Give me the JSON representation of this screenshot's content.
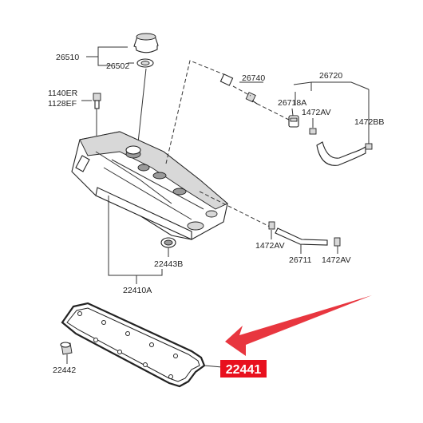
{
  "labels": {
    "l26510": "26510",
    "l26502": "26502",
    "l1140ER": "1140ER",
    "l1128EF": "1128EF",
    "l26740": "26740",
    "l26720": "26720",
    "l26718A": "26718A",
    "l1472AV_top": "1472AV",
    "l1472BB": "1472BB",
    "l1472AV_mid": "1472AV",
    "l26711": "26711",
    "l1472AV_right": "1472AV",
    "l22443B": "22443B",
    "l22410A": "22410A",
    "l22442": "22442"
  },
  "callout": {
    "part_number": "22441",
    "box_color": "#e8101e",
    "arrow_color": "#e8363f"
  }
}
